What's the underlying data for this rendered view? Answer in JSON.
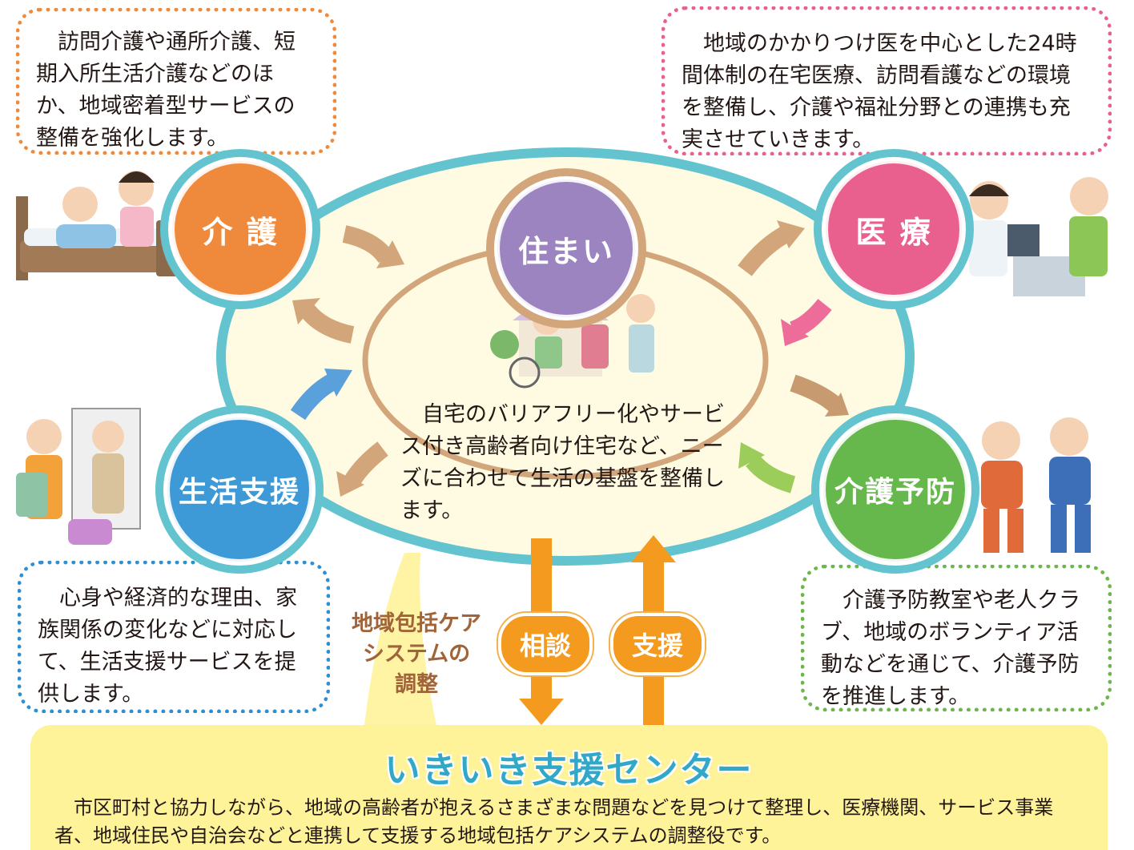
{
  "colors": {
    "ring": "#63c3cf",
    "kaigo": "#ef8a3c",
    "iryo": "#e9608e",
    "sumai": "#9b84bf",
    "seikatsu": "#3d9ad6",
    "yobo": "#67b84c",
    "arrow_brown": "#d3a57a",
    "center_fill": "#fffbe2",
    "center_panel": "#fff39a"
  },
  "nodes": {
    "kaigo": {
      "label": "介 護",
      "description": "訪問介護や通所介護、短期入所生活介護などのほか、地域密着型サービスの整備を強化します。"
    },
    "iryo": {
      "label": "医 療",
      "description": "地域のかかりつけ医を中心とした24時間体制の在宅医療、訪問看護などの環境を整備し、介護や福祉分野との連携も充実させていきます。"
    },
    "sumai": {
      "label": "住まい",
      "description": "自宅のバリアフリー化やサービス付き高齢者向け住宅など、ニーズに合わせて生活の基盤を整備します。"
    },
    "seikatsu": {
      "label": "生活支援",
      "description": "心身や経済的な理由、家族関係の変化などに対応して、生活支援サービスを提供します。"
    },
    "yobo": {
      "label": "介護予防",
      "description": "介護予防教室や老人クラブ、地域のボランティア活動などを通じて、介護予防を推進します。"
    }
  },
  "coordination_label": [
    "地域包括ケア",
    "システムの",
    "調整"
  ],
  "flows": {
    "consult": "相談",
    "support": "支援"
  },
  "center": {
    "title": "いきいき支援センター",
    "description": "市区町村と協力しながら、地域の高齢者が抱えるさまざまな問題などを見つけて整理し、医療機関、サービス事業者、地域住民や自治会などと連携して支援する地域包括ケアシステムの調整役です。"
  }
}
